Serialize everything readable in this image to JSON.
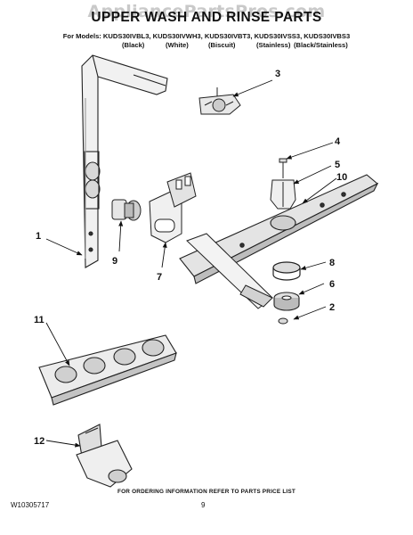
{
  "watermark": "AppliancePartsPros.com",
  "title": "UPPER WASH AND RINSE PARTS",
  "models_line": "For Models: KUDS30IVBL3, KUDS30IVWH3, KUDS30IVBT3, KUDS30IVSS3, KUDS30IVBS3",
  "finishes": [
    "(Black)",
    "(White)",
    "(Biscuit)",
    "(Stainless)",
    "(Black/Stainless)"
  ],
  "callouts": [
    "1",
    "2",
    "3",
    "4",
    "5",
    "6",
    "7",
    "8",
    "9",
    "10",
    "11",
    "12"
  ],
  "footer_note": "FOR ORDERING INFORMATION REFER TO PARTS PRICE LIST",
  "doc_number": "W10305717",
  "page_number": "9"
}
